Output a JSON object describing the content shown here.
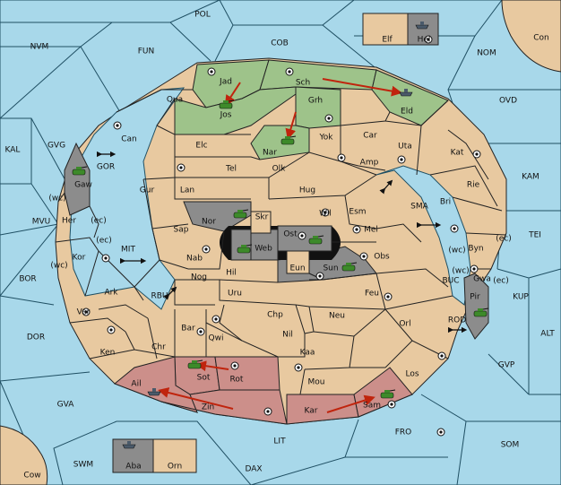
{
  "colors": {
    "sea": "#a8d8ea",
    "land": "#e8c9a0",
    "green_power": "#9ec38a",
    "red_power": "#cc8f8a",
    "grey_power": "#8c8c8c",
    "move_arrow": "#c0240d",
    "unit_green": "#3d8a2a",
    "unit_grey": "#4a5a6a"
  },
  "sea_labels": [
    "POL",
    "NVM",
    "FUN",
    "COB",
    "NOM",
    "Con",
    "OVD",
    "KAL",
    "GVG",
    "KAM",
    "TEI",
    "MVU",
    "BOR",
    "MIT",
    "SMA",
    "KUP",
    "ALT",
    "DOR",
    "RBU",
    "BUC",
    "ROD",
    "GVP",
    "GVA",
    "LIT",
    "FRO",
    "SOM",
    "SWM",
    "DAX",
    "Cow",
    "GOR"
  ],
  "land_labels": [
    "Elf",
    "Hel",
    "Jad",
    "Sch",
    "Qua",
    "Jos",
    "Grh",
    "Eld",
    "Can",
    "Elc",
    "Nar",
    "Yok",
    "Car",
    "Uta",
    "Kat",
    "Gaw",
    "Tel",
    "Olk",
    "Amp",
    "Gur",
    "Lan",
    "Hug",
    "Rie",
    "Bri",
    "Her",
    "Nor",
    "Skr",
    "Wil",
    "Esm",
    "Sap",
    "Ost",
    "Mel",
    "Web",
    "Kor",
    "Nab",
    "Eun",
    "Sun",
    "Obs",
    "Byn",
    "Gwa",
    "Ark",
    "Hil",
    "Nog",
    "Uru",
    "Feu",
    "Pir",
    "Ver",
    "Chp",
    "Neu",
    "Orl",
    "Bar",
    "Qwi",
    "Nil",
    "Ken",
    "Chr",
    "Kaa",
    "Sot",
    "Rot",
    "Los",
    "Ail",
    "Mou",
    "Zin",
    "Kar",
    "Sam",
    "Aba",
    "Orn"
  ],
  "coast_labels": [
    "(wc)",
    "(ec)",
    "(ec)",
    "(wc)",
    "(wc)",
    "(ec)",
    "(ec)",
    "(wc)"
  ]
}
